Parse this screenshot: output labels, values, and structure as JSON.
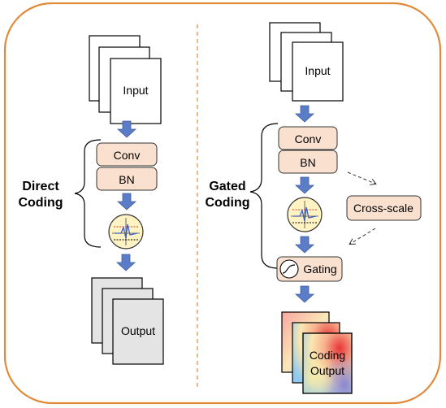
{
  "colors": {
    "frame": "#E08A3A",
    "divider": "#E08A3A",
    "block_fill": "#FAE0CF",
    "block_stroke": "#333333",
    "arrow": "#5B7CC6",
    "activation_fill": "#FFF3C4",
    "output_gray": "#E4E4E4",
    "curve_red": "#D43B3B",
    "curve_blue": "#3B5FC9"
  },
  "left": {
    "input_label": "Input",
    "conv_label": "Conv",
    "bn_label": "BN",
    "bracket_label_line1": "Direct",
    "bracket_label_line2": "Coding",
    "output_label": "Output"
  },
  "right": {
    "input_label": "Input",
    "conv_label": "Conv",
    "bn_label": "BN",
    "bracket_label_line1": "Gated",
    "bracket_label_line2": "Coding",
    "cross_scale_label": "Cross-scale",
    "gating_label": "Gating",
    "output_label_line1": "Coding",
    "output_label_line2": "Output"
  },
  "icons": {
    "activation": "activation-function-icon",
    "gating": "sigmoid-icon",
    "arrow": "down-arrow-icon"
  }
}
